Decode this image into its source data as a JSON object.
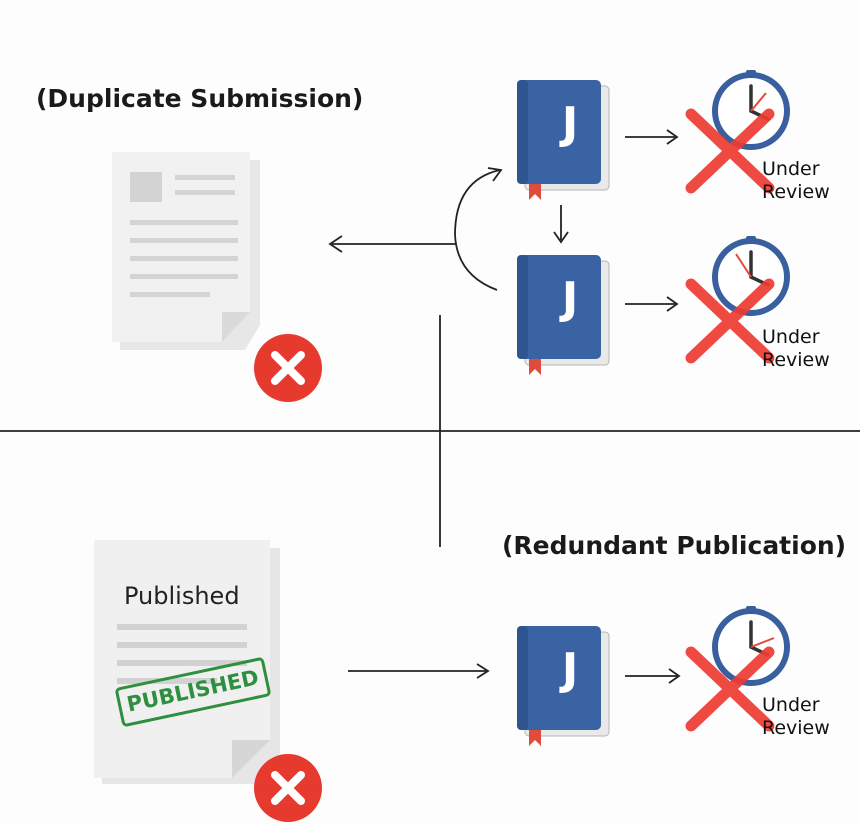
{
  "top_section": {
    "heading": "(Duplicate Submission)",
    "journals": [
      {
        "letter": "J",
        "status_line1": "Under",
        "status_line2": "Review"
      },
      {
        "letter": "J",
        "status_line1": "Under",
        "status_line2": "Review"
      }
    ]
  },
  "bottom_section": {
    "heading": "(Redundant Publication)",
    "document_title": "Published",
    "stamp_text": "PUBLISHED",
    "journal": {
      "letter": "J",
      "status_line1": "Under",
      "status_line2": "Review"
    }
  },
  "colors": {
    "journal_blue": "#3a63a3",
    "journal_page": "#e9e9e9",
    "bookmark_red": "#e04b3c",
    "reject_red": "#e63a2e",
    "cross_red": "#ee3b33",
    "clock_ring": "#3a5f9e",
    "stamp_green": "#2e8f3e",
    "divider": "#222222"
  },
  "icons": [
    "document-icon",
    "journal-icon",
    "clock-icon",
    "reject-icon",
    "cross-icon",
    "arrow-icon",
    "published-stamp"
  ]
}
